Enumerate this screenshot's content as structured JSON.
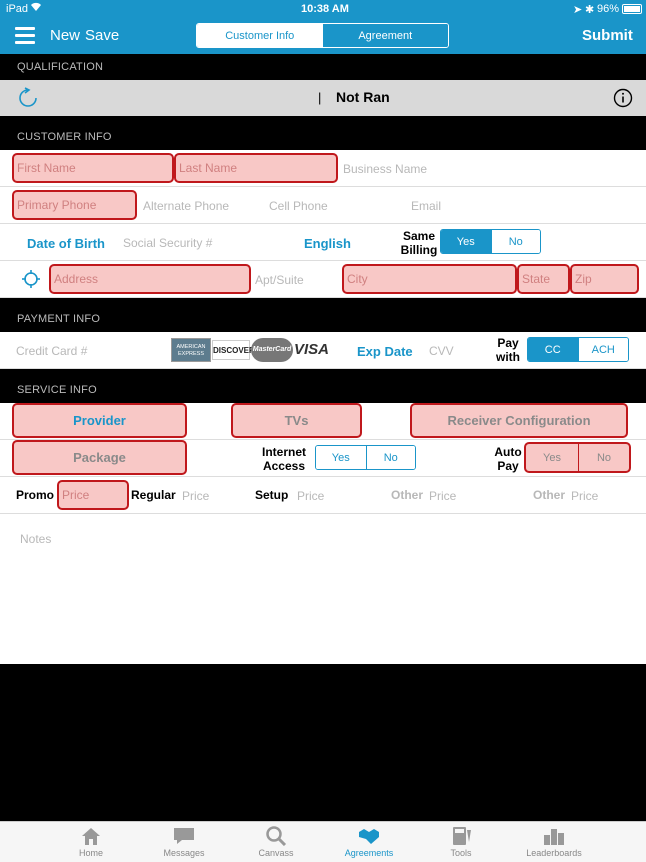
{
  "status": {
    "device": "iPad",
    "time": "10:38 AM",
    "battery": "96%"
  },
  "nav": {
    "new": "New",
    "save": "Save",
    "tabs": [
      "Customer Info",
      "Agreement"
    ],
    "submit": "Submit"
  },
  "qualification": {
    "header": "QUALIFICATION",
    "status": "Not Ran",
    "separator": "|"
  },
  "customer": {
    "header": "CUSTOMER INFO",
    "first_name": "First Name",
    "last_name": "Last Name",
    "business_name": "Business Name",
    "primary_phone": "Primary Phone",
    "alternate_phone": "Alternate Phone",
    "cell_phone": "Cell Phone",
    "email": "Email",
    "dob": "Date of Birth",
    "ssn": "Social Security #",
    "language": "English",
    "same_billing": "Same Billing",
    "yes": "Yes",
    "no": "No",
    "address": "Address",
    "apt": "Apt/Suite",
    "city": "City",
    "state": "State",
    "zip": "Zip"
  },
  "payment": {
    "header": "PAYMENT INFO",
    "credit_card": "Credit Card #",
    "exp_date": "Exp Date",
    "cvv": "CVV",
    "pay_with": "Pay with",
    "cc": "CC",
    "ach": "ACH",
    "cards": [
      "AMERICAN EXPRESS",
      "DISCOVER",
      "MasterCard",
      "VISA"
    ]
  },
  "service": {
    "header": "SERVICE INFO",
    "provider": "Provider",
    "tvs": "TVs",
    "receiver": "Receiver Configuration",
    "package": "Package",
    "internet_access": "Internet Access",
    "auto_pay": "Auto Pay",
    "yes": "Yes",
    "no": "No",
    "promo": "Promo",
    "regular": "Regular",
    "setup": "Setup",
    "other": "Other",
    "price": "Price",
    "notes": "Notes"
  },
  "tabbar": [
    "Home",
    "Messages",
    "Canvass",
    "Agreements",
    "Tools",
    "Leaderboards"
  ],
  "colors": {
    "accent": "#1a95c9",
    "required_border": "#c0181c",
    "required_fill": "#f8c8c6"
  }
}
